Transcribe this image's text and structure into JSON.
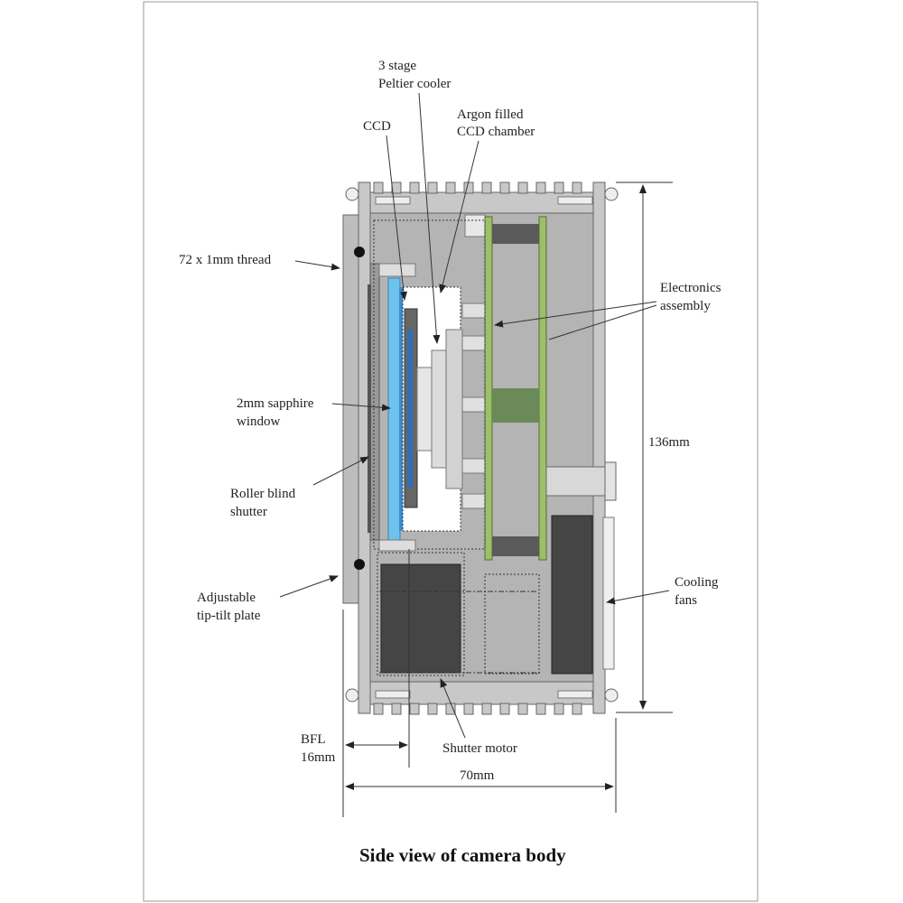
{
  "title": "Side view of camera body",
  "labels": {
    "peltier_line1": "3 stage",
    "peltier_line2": "Peltier cooler",
    "argon_line1": "Argon filled",
    "argon_line2": "CCD chamber",
    "ccd": "CCD",
    "thread": "72 x 1mm thread",
    "electronics_line1": "Electronics",
    "electronics_line2": "assembly",
    "sapphire_line1": "2mm sapphire",
    "sapphire_line2": "window",
    "height_dim": "136mm",
    "shutter_line1": "Roller blind",
    "shutter_line2": "shutter",
    "cooling_line1": "Cooling",
    "cooling_line2": "fans",
    "tiptilt_line1": "Adjustable",
    "tiptilt_line2": "tip-tilt plate",
    "bfl_line1": "BFL",
    "bfl_line2": "16mm",
    "shutter_motor": "Shutter motor",
    "width_dim": "70mm"
  },
  "colors": {
    "body": "#c8c8c8",
    "interior": "#b4b4b4",
    "dark_block": "#454545",
    "window": "#6ec3ee",
    "ccd_blue": "#2f6fb5",
    "pcb": "#9cc06a",
    "pcb_mid": "#6a8a5a"
  }
}
